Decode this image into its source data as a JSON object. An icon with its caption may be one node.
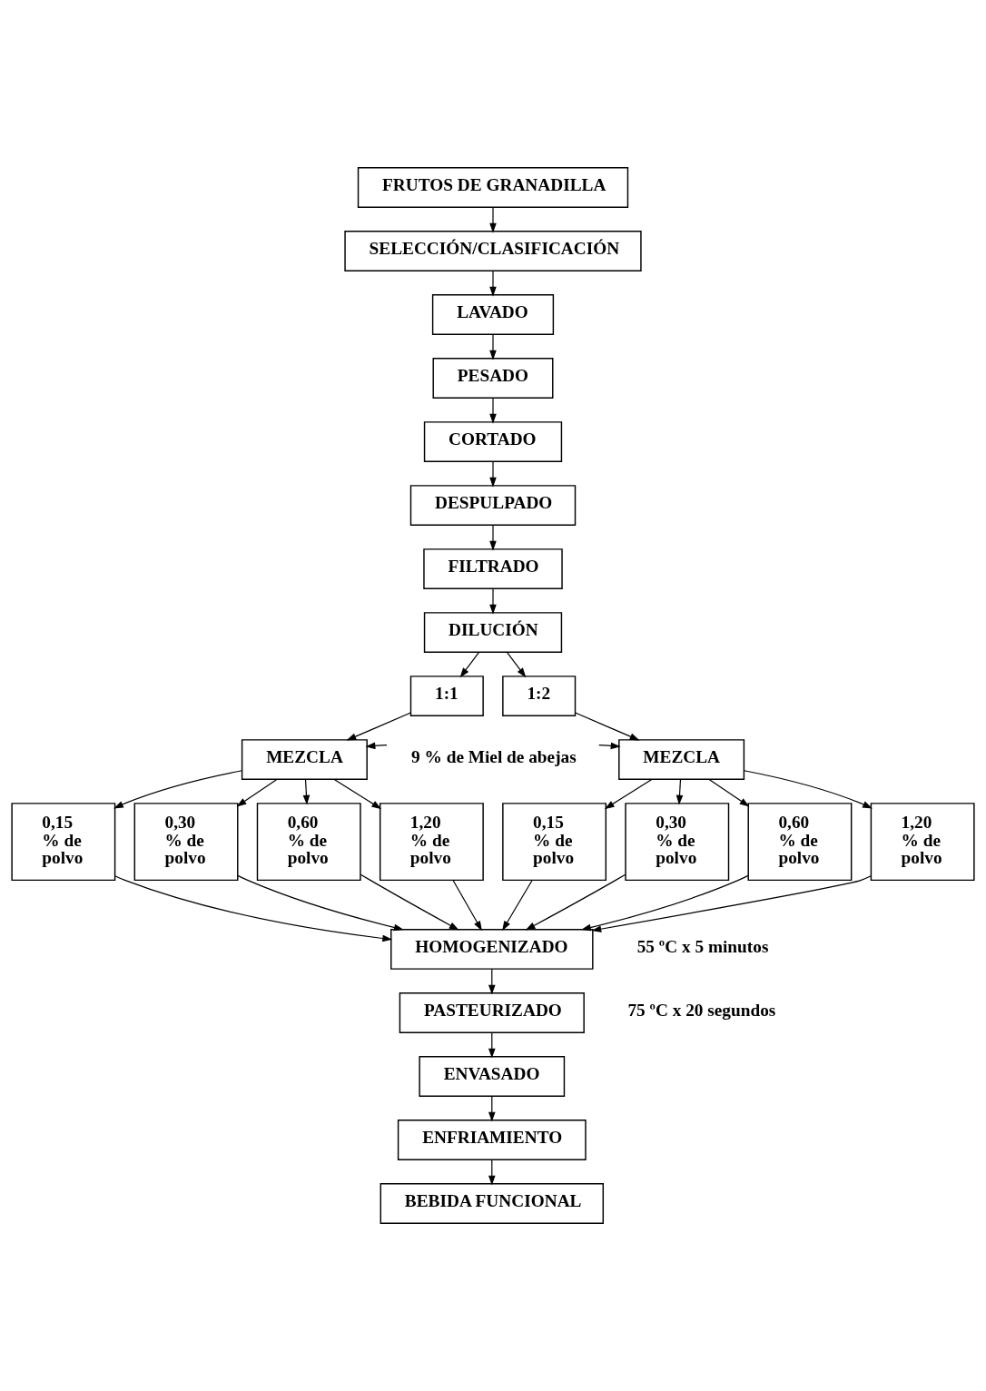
{
  "diagram": {
    "nodes": [
      {
        "text": [
          "FRUTOS DE GRANADILLA"
        ]
      },
      {
        "text": [
          "SELECCIÓN/CLASIFICACIÓN"
        ]
      },
      {
        "text": [
          "LAVADO"
        ]
      },
      {
        "text": [
          "PESADO"
        ]
      },
      {
        "text": [
          "CORTADO"
        ]
      },
      {
        "text": [
          "DESPULPADO"
        ]
      },
      {
        "text": [
          "FILTRADO"
        ]
      },
      {
        "text": [
          "DILUCIÓN"
        ]
      },
      {
        "text": [
          "1:1"
        ]
      },
      {
        "text": [
          "1:2"
        ]
      },
      {
        "text": [
          "MEZCLA"
        ]
      },
      {
        "text": [
          "9 % de Miel de abejas"
        ]
      },
      {
        "text": [
          "MEZCLA"
        ]
      },
      {
        "text": [
          "0,15 % de polvo"
        ]
      },
      {
        "text": [
          "0,30 % de polvo"
        ]
      },
      {
        "text": [
          "0,60 % de polvo"
        ]
      },
      {
        "text": [
          "1,20 % de polvo"
        ]
      },
      {
        "text": [
          "0,15 % de polvo"
        ]
      },
      {
        "text": [
          "0,30 % de polvo"
        ]
      },
      {
        "text": [
          "0,60 % de polvo"
        ]
      },
      {
        "text": [
          "1,20 % de polvo"
        ]
      },
      {
        "text": [
          "HOMOGENIZADO"
        ],
        "beside": [
          "55 ºC x 5 minutos"
        ]
      },
      {
        "text": [
          "PASTEURIZADO"
        ],
        "beside": [
          "75 ºC x 20 segundos"
        ]
      },
      {
        "text": [
          "ENVASADO"
        ]
      },
      {
        "text": [
          "ENFRIAMIENTO"
        ]
      },
      {
        "text": [
          "BEBIDA FUNCIONAL"
        ]
      }
    ],
    "edges": [
      {
        "from": 0,
        "to": 1,
        "arrow": "to"
      },
      {
        "from": 1,
        "to": 2,
        "arrow": "to"
      },
      {
        "from": 2,
        "to": 3,
        "arrow": "to"
      },
      {
        "from": 3,
        "to": 4,
        "arrow": "to"
      },
      {
        "from": 4,
        "to": 5,
        "arrow": "to"
      },
      {
        "from": 5,
        "to": 6,
        "arrow": "to"
      },
      {
        "from": 6,
        "to": 7,
        "arrow": "to"
      },
      {
        "from": 7,
        "to": 8,
        "arrow": "to"
      },
      {
        "from": 7,
        "to": 9,
        "arrow": "to"
      },
      {
        "from": 8,
        "to": 10,
        "arrow": "to"
      },
      {
        "from": 9,
        "to": 12,
        "arrow": "to"
      },
      {
        "from": 11,
        "to": 10,
        "arrow": "to"
      },
      {
        "from": 11,
        "to": 12,
        "arrow": "to"
      },
      {
        "from": 10,
        "to": 13,
        "arrow": "to"
      },
      {
        "from": 10,
        "to": 14,
        "arrow": "to"
      },
      {
        "from": 10,
        "to": 15,
        "arrow": "to"
      },
      {
        "from": 10,
        "to": 16,
        "arrow": "to"
      },
      {
        "from": 12,
        "to": 17,
        "arrow": "to"
      },
      {
        "from": 12,
        "to": 18,
        "arrow": "to"
      },
      {
        "from": 12,
        "to": 19,
        "arrow": "to"
      },
      {
        "from": 12,
        "to": 20,
        "arrow": "to"
      },
      {
        "from": 13,
        "to": 21,
        "arrow": "to"
      },
      {
        "from": 14,
        "to": 21,
        "arrow": "to"
      },
      {
        "from": 15,
        "to": 21,
        "arrow": "to"
      },
      {
        "from": 16,
        "to": 21,
        "arrow": "to"
      },
      {
        "from": 17,
        "to": 21,
        "arrow": "to"
      },
      {
        "from": 18,
        "to": 21,
        "arrow": "to"
      },
      {
        "from": 19,
        "to": 21,
        "arrow": "to"
      },
      {
        "from": 20,
        "to": 21,
        "arrow": "to"
      },
      {
        "from": 21,
        "to": 22,
        "arrow": "to"
      },
      {
        "from": 22,
        "to": 23,
        "arrow": "to"
      },
      {
        "from": 23,
        "to": 24,
        "arrow": "to"
      },
      {
        "from": 24,
        "to": 25,
        "arrow": "to"
      }
    ]
  }
}
